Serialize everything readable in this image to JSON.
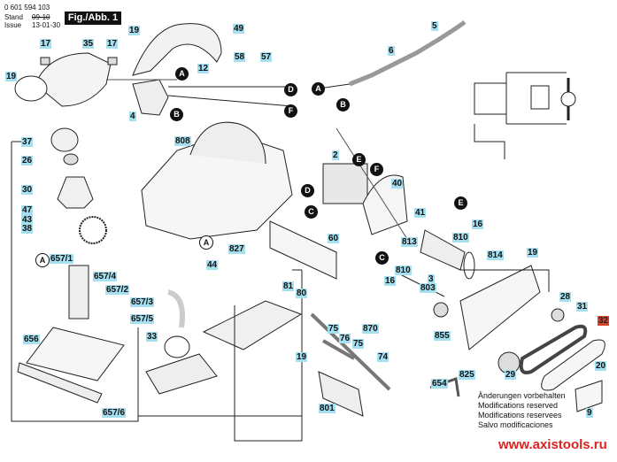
{
  "header": {
    "part_number": "0 601 594 103",
    "stand_label": "Stand",
    "issue_label": "Issue",
    "stand_value": "09-10",
    "issue_value": "13-01-30",
    "figure_label": "Fig./Abb. 1"
  },
  "labels": [
    {
      "id": "17a",
      "text": "17"
    },
    {
      "id": "35",
      "text": "35"
    },
    {
      "id": "17b",
      "text": "17"
    },
    {
      "id": "19a",
      "text": "19"
    },
    {
      "id": "19b",
      "text": "19"
    },
    {
      "id": "49",
      "text": "49"
    },
    {
      "id": "12",
      "text": "12"
    },
    {
      "id": "58",
      "text": "58"
    },
    {
      "id": "57",
      "text": "57"
    },
    {
      "id": "4",
      "text": "4"
    },
    {
      "id": "808",
      "text": "808"
    },
    {
      "id": "6",
      "text": "6"
    },
    {
      "id": "5",
      "text": "5"
    },
    {
      "id": "37",
      "text": "37"
    },
    {
      "id": "26",
      "text": "26"
    },
    {
      "id": "30",
      "text": "30"
    },
    {
      "id": "47",
      "text": "47"
    },
    {
      "id": "43",
      "text": "43"
    },
    {
      "id": "38",
      "text": "38"
    },
    {
      "id": "2",
      "text": "2"
    },
    {
      "id": "40",
      "text": "40"
    },
    {
      "id": "41",
      "text": "41"
    },
    {
      "id": "16a",
      "text": "16"
    },
    {
      "id": "810a",
      "text": "810"
    },
    {
      "id": "60",
      "text": "60"
    },
    {
      "id": "813",
      "text": "813"
    },
    {
      "id": "810b",
      "text": "810"
    },
    {
      "id": "16b",
      "text": "16"
    },
    {
      "id": "3",
      "text": "3"
    },
    {
      "id": "803",
      "text": "803"
    },
    {
      "id": "814",
      "text": "814"
    },
    {
      "id": "19c",
      "text": "19"
    },
    {
      "id": "827",
      "text": "827"
    },
    {
      "id": "44",
      "text": "44"
    },
    {
      "id": "657_1",
      "text": "657/1"
    },
    {
      "id": "657_4",
      "text": "657/4"
    },
    {
      "id": "657_2",
      "text": "657/2"
    },
    {
      "id": "657_3",
      "text": "657/3"
    },
    {
      "id": "657_5",
      "text": "657/5"
    },
    {
      "id": "656",
      "text": "656"
    },
    {
      "id": "657_6",
      "text": "657/6"
    },
    {
      "id": "33",
      "text": "33"
    },
    {
      "id": "81a",
      "text": "81"
    },
    {
      "id": "80a",
      "text": "80"
    },
    {
      "id": "19d",
      "text": "19"
    },
    {
      "id": "801",
      "text": "801"
    },
    {
      "id": "75a",
      "text": "75"
    },
    {
      "id": "870",
      "text": "870"
    },
    {
      "id": "76",
      "text": "76"
    },
    {
      "id": "75b",
      "text": "75"
    },
    {
      "id": "74",
      "text": "74"
    },
    {
      "id": "855",
      "text": "855"
    },
    {
      "id": "825",
      "text": "825"
    },
    {
      "id": "29",
      "text": "29"
    },
    {
      "id": "28",
      "text": "28"
    },
    {
      "id": "31",
      "text": "31"
    },
    {
      "id": "32",
      "text": "32"
    },
    {
      "id": "20",
      "text": "20"
    },
    {
      "id": "9",
      "text": "9"
    },
    {
      "id": "654",
      "text": "654"
    }
  ],
  "connectors": {
    "A": "A",
    "B": "B",
    "C": "C",
    "D": "D",
    "E": "E",
    "F": "F"
  },
  "notes": [
    "Änderungen vorbehalten",
    "Modifications reserved",
    "Modifications reservees",
    "Salvo modificaciones"
  ],
  "watermark": "www.axistools.ru",
  "colors": {
    "label_bg": "#a6dff0",
    "highlight_label_bg": "#d8432a",
    "watermark": "#dd2222"
  }
}
